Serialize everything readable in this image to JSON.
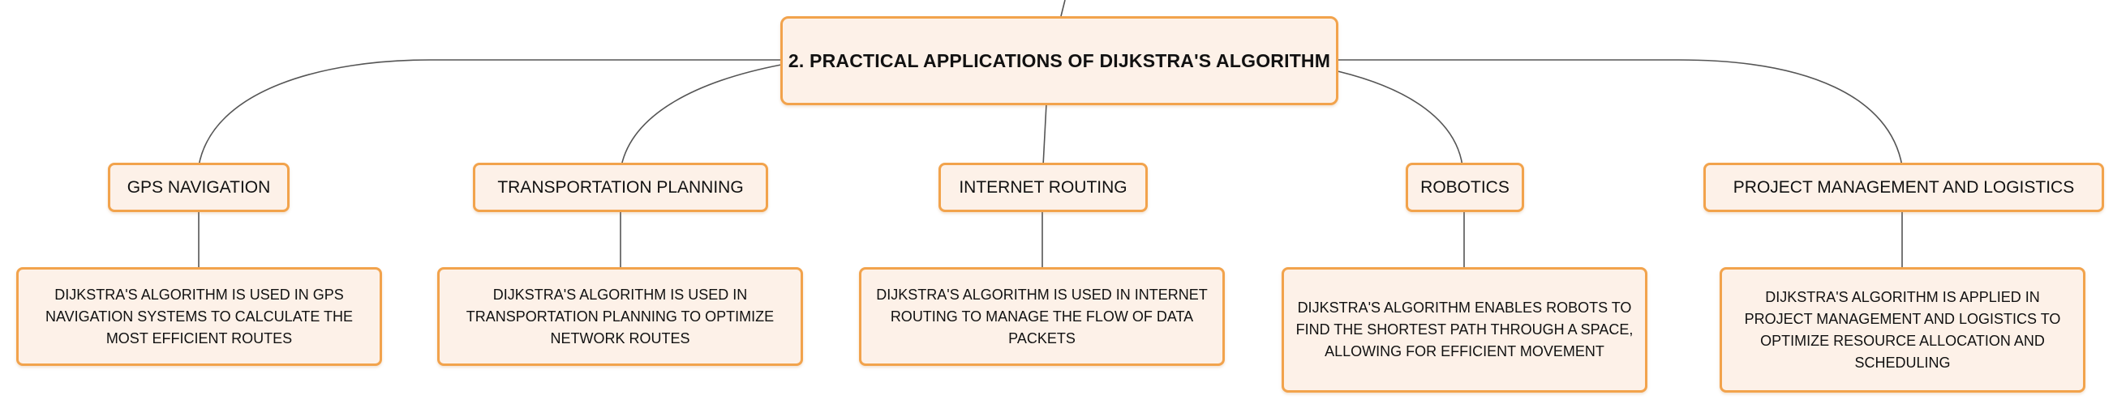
{
  "diagram": {
    "type": "mind-map",
    "colors": {
      "node_fill": "#fdf1e8",
      "node_border": "#f2a34c",
      "text": "#111111",
      "connector": "#555555"
    },
    "root": {
      "label": "2. PRACTICAL APPLICATIONS OF DIJKSTRA'S ALGORITHM"
    },
    "branches": [
      {
        "label": "GPS NAVIGATION",
        "detail": "DIJKSTRA'S ALGORITHM IS USED IN GPS NAVIGATION SYSTEMS TO CALCULATE THE MOST EFFICIENT ROUTES"
      },
      {
        "label": "TRANSPORTATION PLANNING",
        "detail": "DIJKSTRA'S ALGORITHM IS USED IN TRANSPORTATION PLANNING TO OPTIMIZE NETWORK ROUTES"
      },
      {
        "label": "INTERNET ROUTING",
        "detail": "DIJKSTRA'S ALGORITHM IS USED IN INTERNET ROUTING TO MANAGE THE FLOW OF DATA PACKETS"
      },
      {
        "label": "ROBOTICS",
        "detail": "DIJKSTRA'S ALGORITHM ENABLES ROBOTS TO FIND THE SHORTEST PATH THROUGH A SPACE, ALLOWING FOR EFFICIENT MOVEMENT"
      },
      {
        "label": "PROJECT MANAGEMENT AND LOGISTICS",
        "detail": "DIJKSTRA'S ALGORITHM IS APPLIED IN PROJECT MANAGEMENT AND LOGISTICS TO OPTIMIZE RESOURCE ALLOCATION AND SCHEDULING"
      }
    ]
  }
}
